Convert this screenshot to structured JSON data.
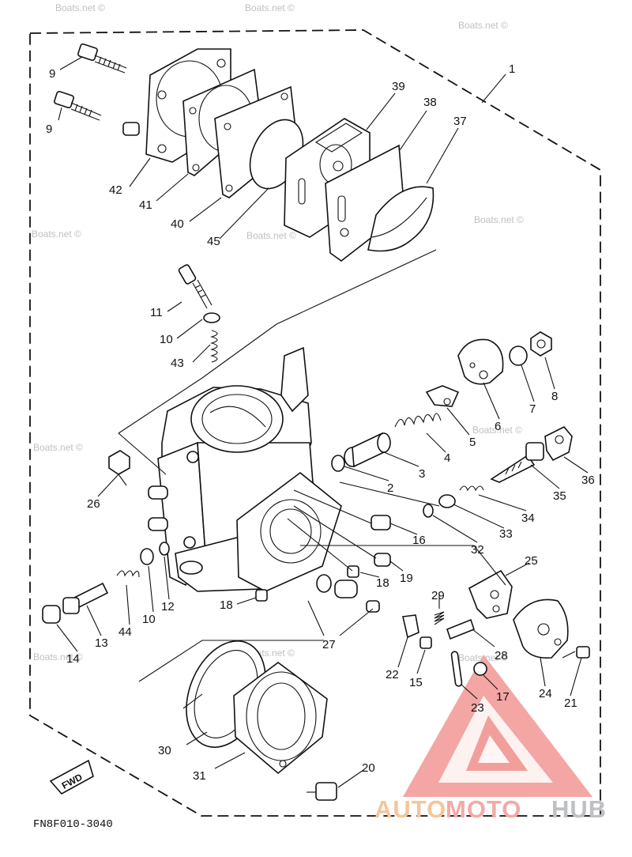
{
  "diagram_code": "FN8F010-3040",
  "watermark_text": "Boats.net ©",
  "fwd_label": "FWD",
  "logo": {
    "part1": "AUTO",
    "part2": "MOTO",
    "part3": "HUB",
    "colors": {
      "auto": "#f5c69a",
      "moto": "#f4a9a6",
      "hub": "#bfc0c4",
      "triangle": "#e53935"
    }
  },
  "callouts": [
    "1",
    "9",
    "9",
    "42",
    "41",
    "40",
    "45",
    "39",
    "38",
    "37",
    "11",
    "10",
    "43",
    "6",
    "7",
    "8",
    "5",
    "4",
    "3",
    "2",
    "26",
    "36",
    "35",
    "34",
    "33",
    "32",
    "16",
    "19",
    "18",
    "25",
    "12",
    "10",
    "44",
    "13",
    "14",
    "18",
    "27",
    "29",
    "22",
    "15",
    "28",
    "17",
    "23",
    "24",
    "21",
    "30",
    "31",
    "20"
  ]
}
